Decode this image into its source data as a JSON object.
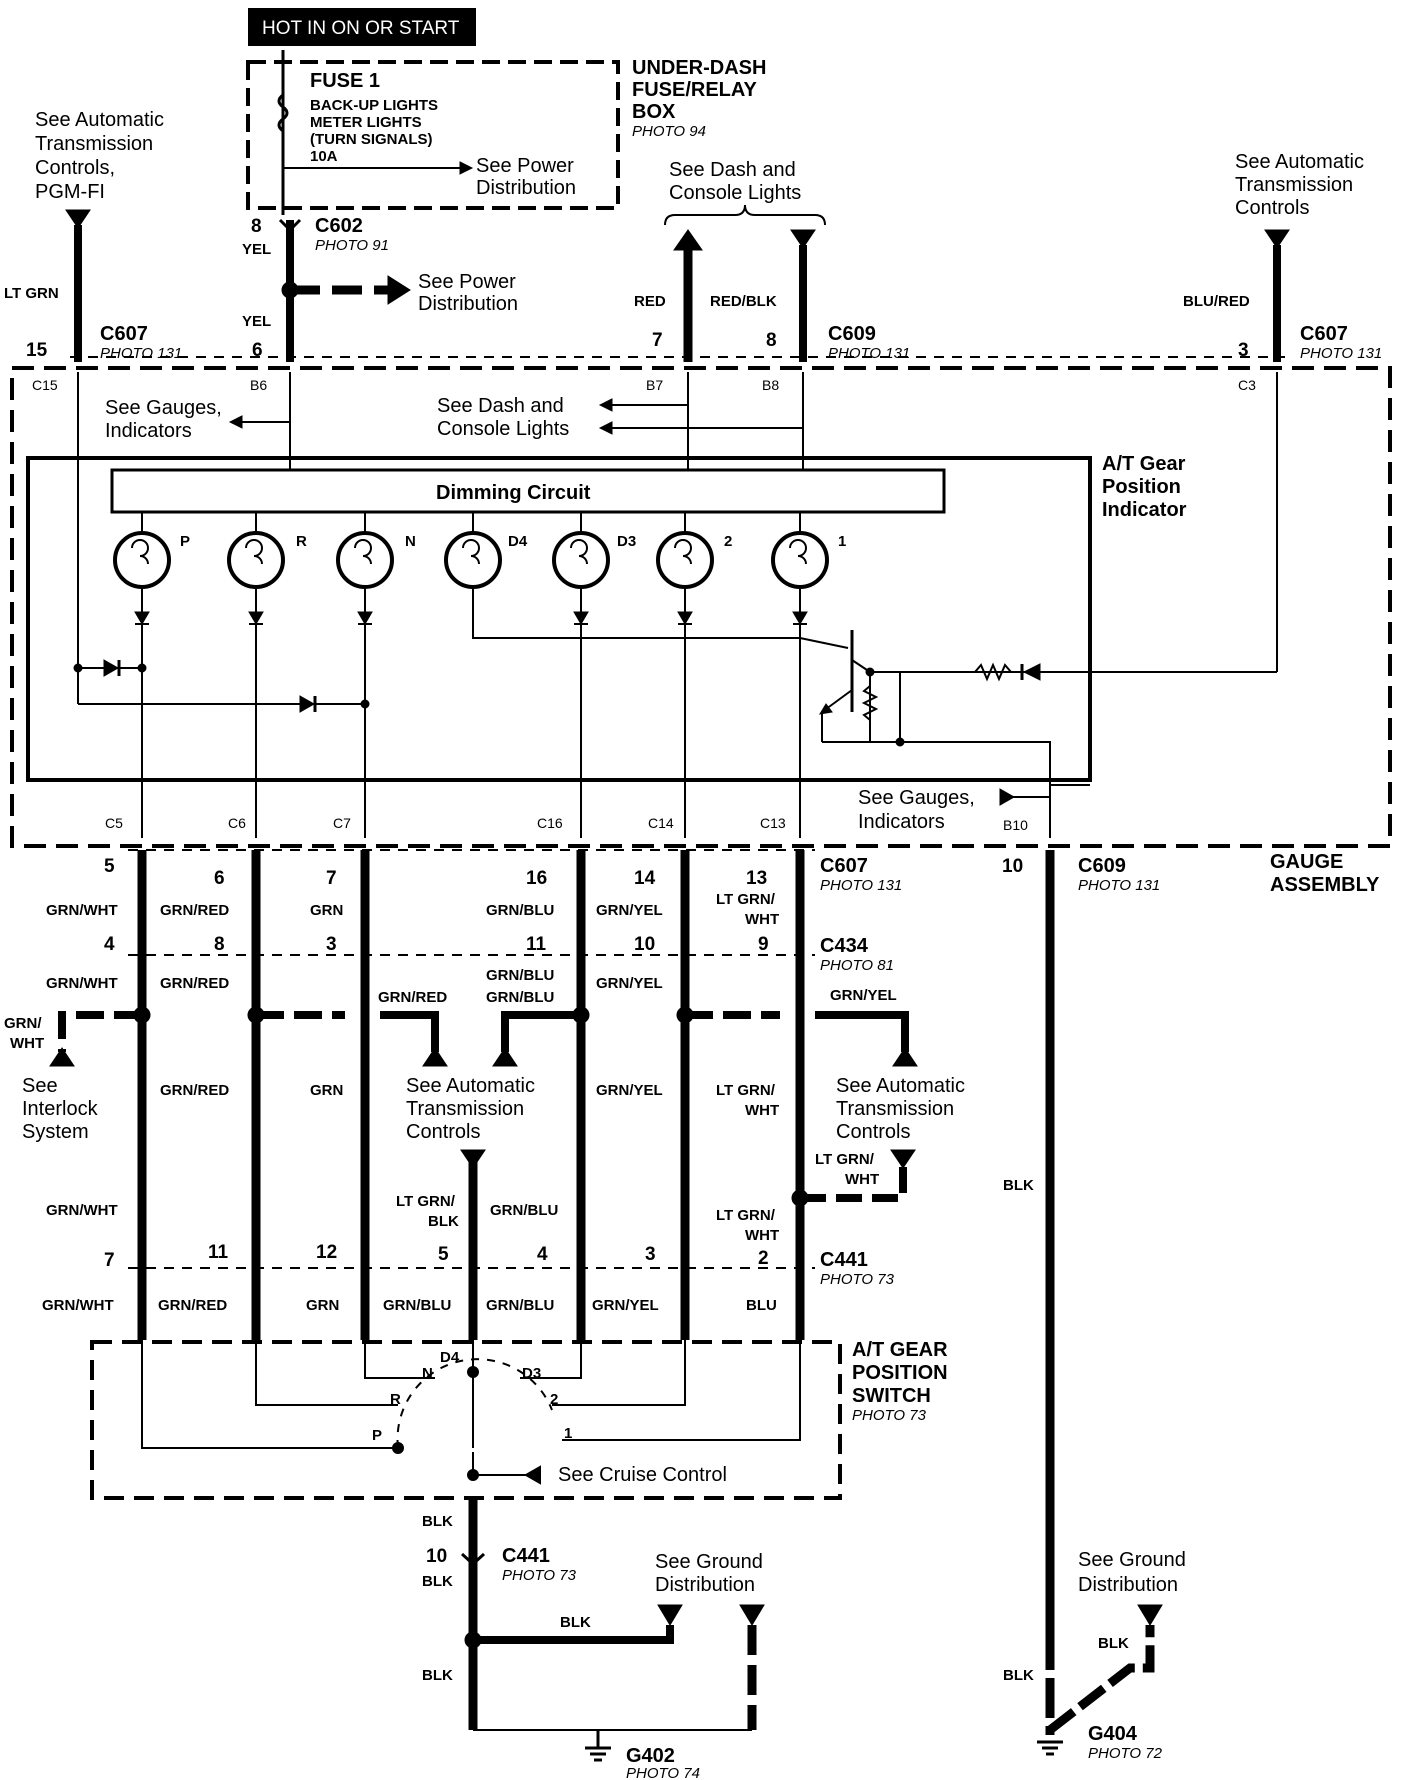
{
  "hot_label": "HOT IN ON OR START",
  "fuse": {
    "title": "FUSE 1",
    "line1": "BACK-UP LIGHTS",
    "line2": "METER LIGHTS",
    "line3": "(TURN SIGNALS)",
    "line4": "10A",
    "see_power_1": "See Power",
    "see_power_2": "Distribution"
  },
  "fuse_box": {
    "line1": "UNDER-DASH",
    "line2": "FUSE/RELAY",
    "line3": "BOX",
    "photo": "PHOTO 94"
  },
  "c602": {
    "name": "C602",
    "photo": "PHOTO 91",
    "pin": "8",
    "wire_top": "YEL"
  },
  "see_power_mid": {
    "line1": "See Power",
    "line2": "Distribution"
  },
  "wire_yel2": "YEL",
  "pin6": "6",
  "left_ref": {
    "line1": "See Automatic",
    "line2": "Transmission",
    "line3": "Controls,",
    "line4": "PGM-FI"
  },
  "lt_grn": "LT GRN",
  "c607_left": {
    "name": "C607",
    "photo": "PHOTO 131",
    "pin": "15"
  },
  "dash_top": {
    "line1": "See Dash and",
    "line2": "Console Lights"
  },
  "red": "RED",
  "red_blk": "RED/BLK",
  "pin7": "7",
  "pin8": "8",
  "c609_top": {
    "name": "C609",
    "photo": "PHOTO 131"
  },
  "right_ref": {
    "line1": "See Automatic",
    "line2": "Transmission",
    "line3": "Controls"
  },
  "blu_red": "BLU/RED",
  "c607_right": {
    "name": "C607",
    "photo": "PHOTO 131",
    "pin": "3"
  },
  "internal": {
    "c15": "C15",
    "b6": "B6",
    "b7": "B7",
    "b8": "B8",
    "c3": "C3",
    "b10": "B10",
    "c5": "C5",
    "c6": "C6",
    "c7": "C7",
    "c16": "C16",
    "c14": "C14",
    "c13": "C13"
  },
  "see_gauges_1": {
    "line1": "See Gauges,",
    "line2": "Indicators"
  },
  "dash_inner": {
    "line1": "See Dash and",
    "line2": "Console Lights"
  },
  "indicator_title": {
    "line1": "A/T Gear",
    "line2": "Position",
    "line3": "Indicator"
  },
  "dimming": "Dimming Circuit",
  "lamps": [
    "P",
    "R",
    "N",
    "D4",
    "D3",
    "2",
    "1"
  ],
  "see_gauges_2": {
    "line1": "See Gauges,",
    "line2": "Indicators"
  },
  "gauge_assembly": {
    "line1": "GAUGE",
    "line2": "ASSEMBLY"
  },
  "c607_mid": {
    "name": "C607",
    "photo": "PHOTO 131",
    "pins": [
      "5",
      "6",
      "7",
      "16",
      "14",
      "13"
    ]
  },
  "c609_mid": {
    "name": "C609",
    "photo": "PHOTO 131",
    "pin": "10"
  },
  "wires_row1": [
    "GRN/WHT",
    "GRN/RED",
    "GRN",
    "GRN/BLU",
    "GRN/YEL",
    "LT GRN/",
    "WHT"
  ],
  "c434": {
    "name": "C434",
    "photo": "PHOTO 81",
    "pins": [
      "4",
      "8",
      "3",
      "11",
      "10",
      "9"
    ]
  },
  "wires_row2": [
    "GRN/WHT",
    "GRN/RED",
    "GRN/BLU",
    "GRN/BLU",
    "GRN/YEL"
  ],
  "grn_red_branch": "GRN/RED",
  "grn_yel_branch": "GRN/YEL",
  "grn_wht_branch": {
    "line1": "GRN/",
    "line2": "WHT"
  },
  "interlock": {
    "line1": "See",
    "line2": "Interlock",
    "line3": "System"
  },
  "atc_mid": {
    "line1": "See Automatic",
    "line2": "Transmission",
    "line3": "Controls"
  },
  "atc_right": {
    "line1": "See Automatic",
    "line2": "Transmission",
    "line3": "Controls"
  },
  "wires_row3": [
    "GRN/RED",
    "GRN",
    "GRN/YEL",
    "LT GRN/",
    "WHT"
  ],
  "lt_grn_wht_branch": {
    "line1": "LT GRN/",
    "line2": "WHT"
  },
  "lt_grn_wht_lower": {
    "line1": "LT GRN/",
    "line2": "WHT"
  },
  "grn_wht_low": "GRN/WHT",
  "lt_grn_blk": {
    "line1": "LT GRN/",
    "line2": "BLK"
  },
  "grn_blu_low": "GRN/BLU",
  "blk_right": "BLK",
  "c441": {
    "name": "C441",
    "photo": "PHOTO 73",
    "pins": [
      "7",
      "11",
      "12",
      "5",
      "4",
      "3",
      "2"
    ]
  },
  "wires_row4": [
    "GRN/WHT",
    "GRN/RED",
    "GRN",
    "GRN/BLU",
    "GRN/BLU",
    "GRN/YEL",
    "BLU"
  ],
  "switch_title": {
    "line1": "A/T GEAR",
    "line2": "POSITION",
    "line3": "SWITCH",
    "photo": "PHOTO 73"
  },
  "switch_positions": [
    "N",
    "D4",
    "D3",
    "R",
    "2",
    "P",
    "1"
  ],
  "cruise": "See Cruise Control",
  "blk_a": "BLK",
  "c441_low": {
    "name": "C441",
    "photo": "PHOTO 73",
    "pin": "10"
  },
  "blk_b": "BLK",
  "ground_left": {
    "line1": "See Ground",
    "line2": "Distribution"
  },
  "blk_c": "BLK",
  "blk_d": "BLK",
  "g402": {
    "name": "G402",
    "photo": "PHOTO 74"
  },
  "ground_right": {
    "line1": "See Ground",
    "line2": "Distribution"
  },
  "blk_e": "BLK",
  "blk_f": "BLK",
  "g404": {
    "name": "G404",
    "photo": "PHOTO 72"
  }
}
